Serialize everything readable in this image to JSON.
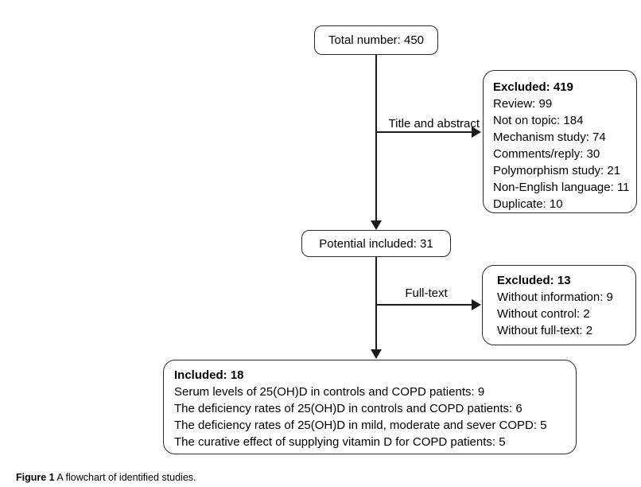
{
  "figure": {
    "nodes": {
      "total": {
        "label": "Total number: 450"
      },
      "excluded_title_abstract": {
        "title": "Excluded: 419",
        "items": [
          "Review: 99",
          "Not on topic: 184",
          "Mechanism study: 74",
          "Comments/reply: 30",
          "Polymorphism study: 21",
          "Non-English language: 11",
          "Duplicate: 10"
        ]
      },
      "potential": {
        "label": "Potential included: 31"
      },
      "excluded_full_text": {
        "title": "Excluded: 13",
        "items": [
          "Without information: 9",
          "Without control: 2",
          "Without full-text: 2"
        ]
      },
      "included": {
        "title": "Included: 18",
        "items": [
          "Serum levels of 25(OH)D in controls and COPD patients: 9",
          "The deficiency rates of 25(OH)D in controls and COPD patients: 6",
          "The deficiency rates of 25(OH)D in mild, moderate and sever COPD: 5",
          "The curative effect of supplying vitamin D for COPD patients: 5"
        ]
      }
    },
    "edges": {
      "title_abstract_label": "Title and abstract",
      "full_text_label": "Full-text"
    },
    "caption": {
      "label": "Figure 1",
      "text": " A flowchart of identified studies."
    },
    "colors": {
      "background": "#ffffff",
      "border": "#2a2a2a",
      "line": "#1a1a1a",
      "text": "#000000"
    }
  }
}
